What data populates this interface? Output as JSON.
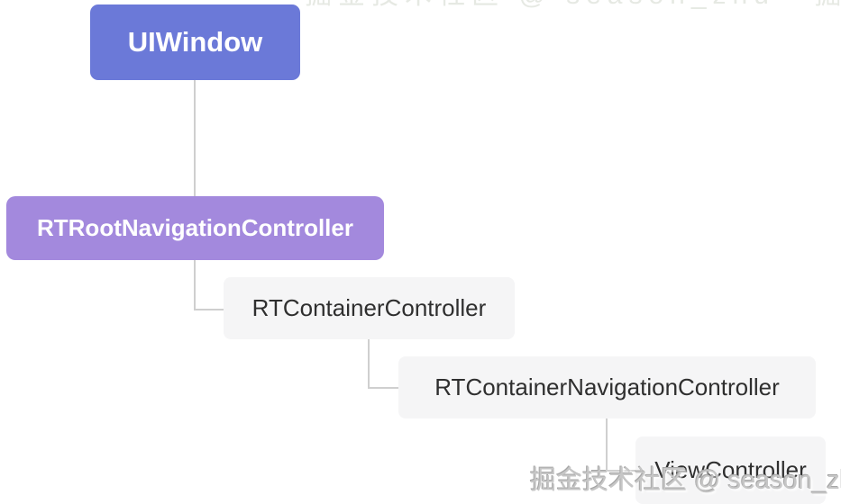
{
  "diagram": {
    "nodes": [
      {
        "id": "uiwindow",
        "label": "UIWindow"
      },
      {
        "id": "rt-root-navigation-controller",
        "label": "RTRootNavigationController"
      },
      {
        "id": "rt-container-controller",
        "label": "RTContainerController"
      },
      {
        "id": "rt-container-navigation-controller",
        "label": "RTContainerNavigationController"
      },
      {
        "id": "view-controller",
        "label": "ViewController"
      }
    ],
    "edges": [
      {
        "from": "UIWindow",
        "to": "RTRootNavigationController"
      },
      {
        "from": "RTRootNavigationController",
        "to": "RTContainerController"
      },
      {
        "from": "RTContainerController",
        "to": "RTContainerNavigationController"
      },
      {
        "from": "RTContainerNavigationController",
        "to": "ViewController"
      }
    ],
    "colors": {
      "uiwindow_bg": "#6B79D8",
      "root_nav_bg": "#A389DD",
      "plain_bg": "#F5F5F6",
      "connector": "#CFCFCF",
      "dark_text": "#2F2F2F",
      "light_text": "#FFFFFF"
    }
  },
  "watermark": {
    "text": "掘金技术社区 @ season_zhu"
  }
}
